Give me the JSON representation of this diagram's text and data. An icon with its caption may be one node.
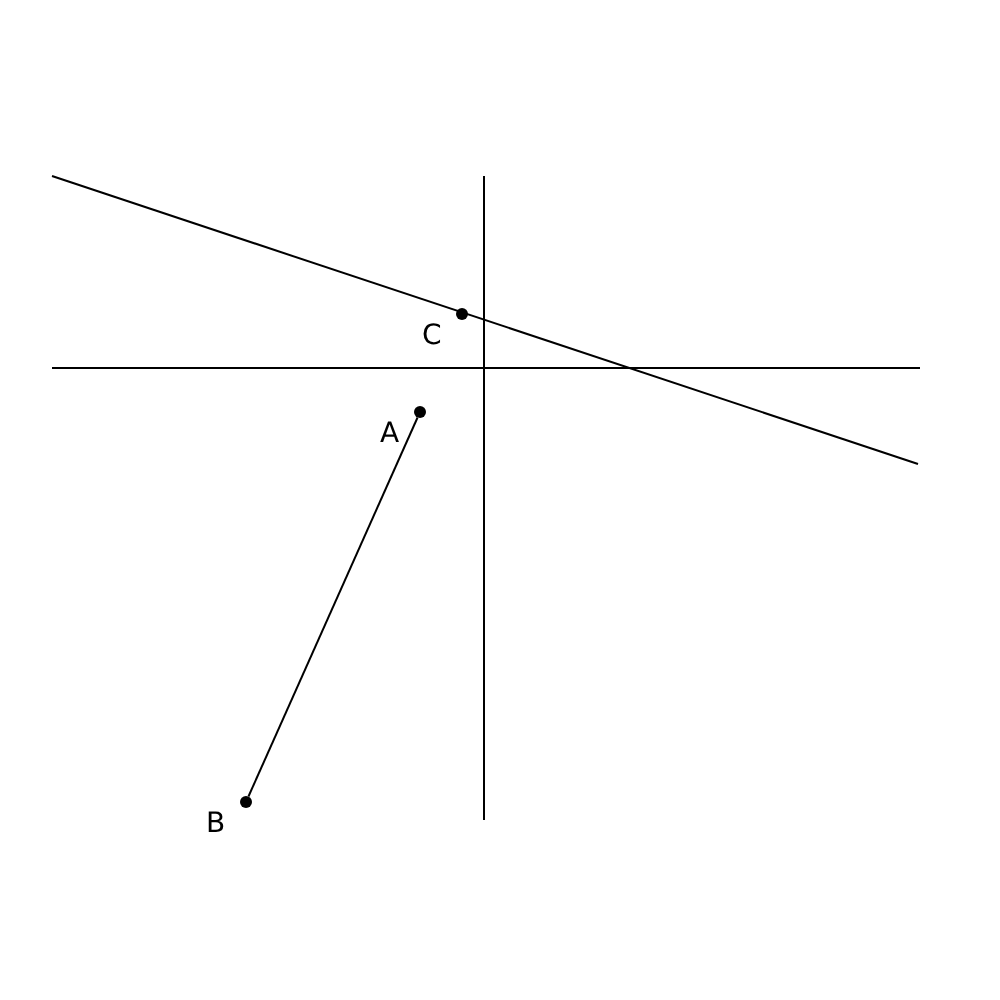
{
  "diagram": {
    "nodes": [
      {
        "text": [
          "A"
        ]
      },
      {
        "text": [
          "B"
        ]
      },
      {
        "text": [
          "C"
        ]
      }
    ],
    "edges": [
      {
        "from": 0,
        "to": 1,
        "arrow": "none"
      }
    ]
  }
}
